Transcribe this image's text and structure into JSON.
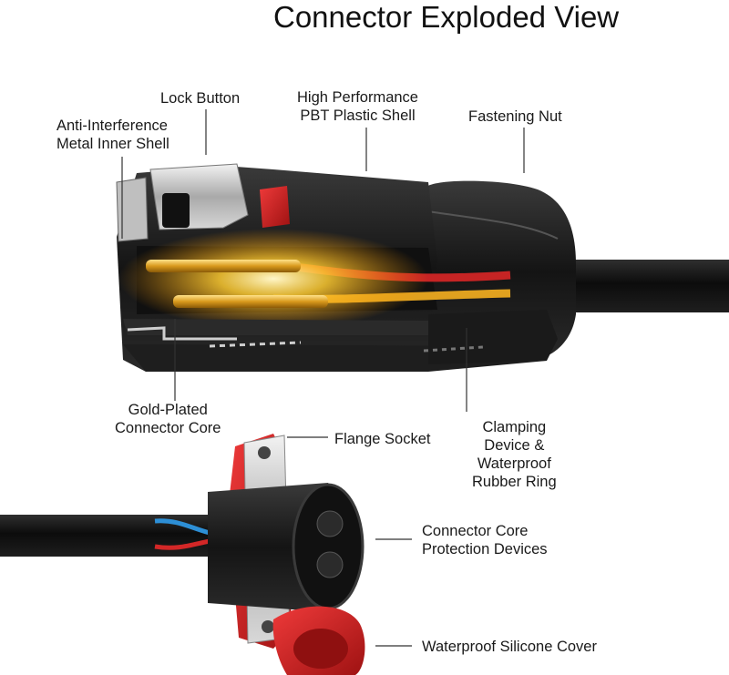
{
  "title": "Connector Exploded View",
  "labels": {
    "lock_button": "Lock Button",
    "anti_interference": "Anti-Interference\nMetal Inner Shell",
    "pbt_shell": "High Performance\nPBT Plastic Shell",
    "fastening_nut": "Fastening Nut",
    "gold_core": "Gold-Plated\nConnector Core",
    "flange_socket": "Flange Socket",
    "clamping": "Clamping\nDevice &\nWaterproof\nRubber Ring",
    "core_protection": "Connector Core\nProtection Devices",
    "silicone_cover": "Waterproof Silicone Cover"
  },
  "colors": {
    "accent_red": "#d8262b",
    "gold": "#f3b52c",
    "body_black": "#1c1c1c",
    "metal": "#c9c9c9"
  }
}
